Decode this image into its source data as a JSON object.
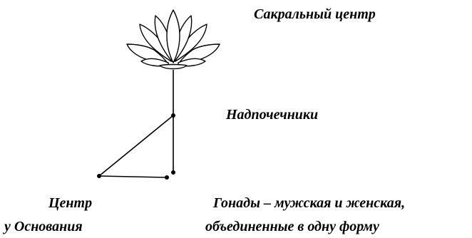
{
  "labels": {
    "sacral_center": "Сакральный центр",
    "adrenals": "Надпочечники",
    "base_center_line1": "Центр",
    "base_center_line2": "у Основания",
    "gonads_line1": "Гонады – мужская и женская,",
    "gonads_line2": "объединенные в одну форму"
  },
  "colors": {
    "ink": "#000000",
    "background": "#ffffff"
  },
  "icons": {
    "lotus": "lotus-flower-icon"
  }
}
